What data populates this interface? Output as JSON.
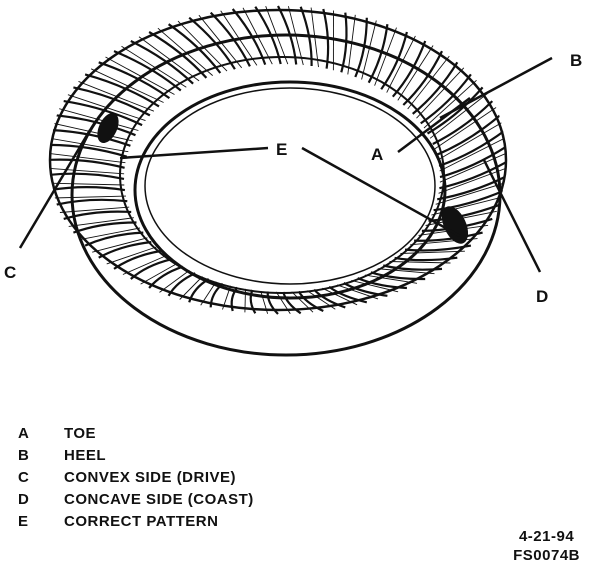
{
  "callouts": {
    "a": "A",
    "b": "B",
    "c": "C",
    "d": "D",
    "e": "E"
  },
  "legend": [
    {
      "key": "A",
      "text": "TOE"
    },
    {
      "key": "B",
      "text": "HEEL"
    },
    {
      "key": "C",
      "text": "CONVEX SIDE (DRIVE)"
    },
    {
      "key": "D",
      "text": "CONCAVE SIDE (COAST)"
    },
    {
      "key": "E",
      "text": "CORRECT PATTERN"
    }
  ],
  "footer": {
    "date": "4-21-94",
    "code": "FS0074B"
  },
  "colors": {
    "ink": "#111111",
    "paper": "#ffffff"
  }
}
